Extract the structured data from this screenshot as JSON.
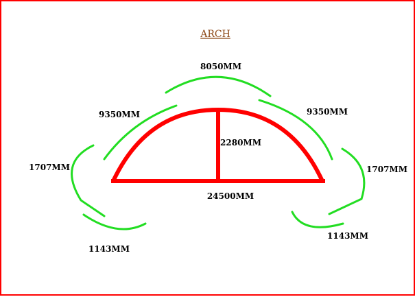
{
  "title": "ARCH",
  "colors": {
    "frame": "#ff0000",
    "arch": "#ff0000",
    "guides": "#22dd22",
    "title": "#8b4513"
  },
  "labels": {
    "top": "8050MM",
    "upper_left": "9350MM",
    "upper_right": "9350MM",
    "left": "1707MM",
    "right": "1707MM",
    "rise": "2280MM",
    "span": "24500MM",
    "bottom_left": "1143MM",
    "bottom_right": "1143MM"
  }
}
